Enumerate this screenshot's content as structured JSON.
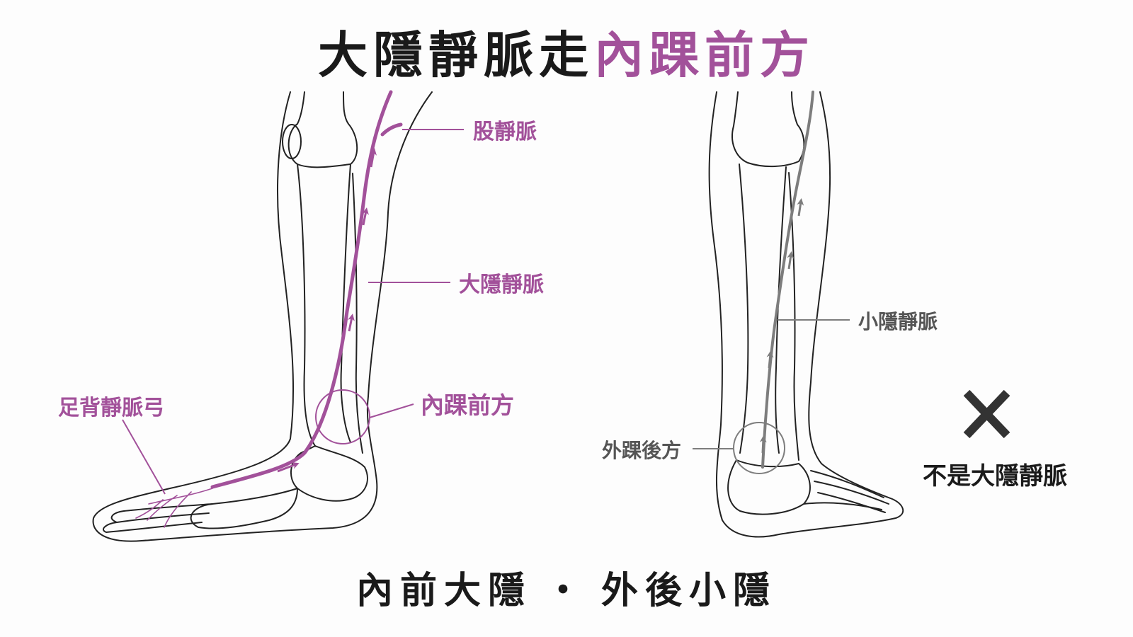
{
  "title": {
    "part_dark": "大隱靜脈走",
    "part_accent": "內踝前方"
  },
  "colors": {
    "accent": "#a2519a",
    "text_dark": "#1a1a1a",
    "gray_vein": "#7d7d7d",
    "gray_text": "#555555",
    "bone_line": "#222222"
  },
  "left_figure": {
    "labels": {
      "femoral_vein": "股靜脈",
      "great_saphenous_vein": "大隱靜脈",
      "medial_malleolus_front": "內踝前方",
      "dorsal_venous_arch": "足背靜脈弓"
    }
  },
  "right_figure": {
    "labels": {
      "small_saphenous_vein": "小隱靜脈",
      "lateral_malleolus_back": "外踝後方",
      "not_great_saphenous": "不是大隱靜脈"
    },
    "wrong_mark_icon": "cross-mark-icon"
  },
  "footer": {
    "left": "內前大隱",
    "separator": "・",
    "right": "外後小隱"
  }
}
